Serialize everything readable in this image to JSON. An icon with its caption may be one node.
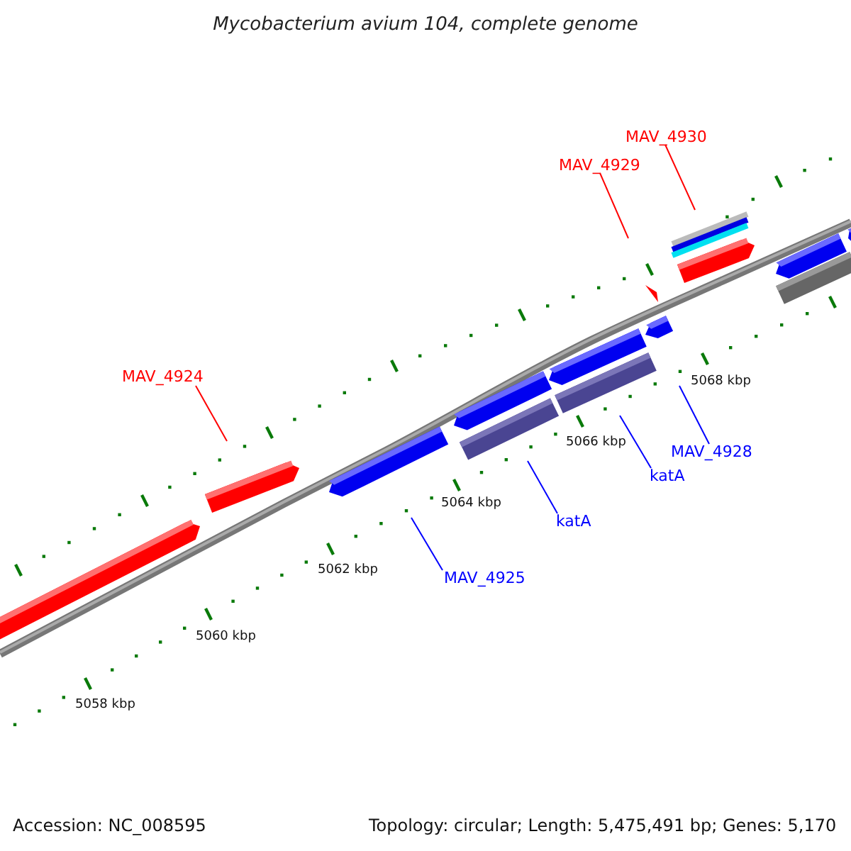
{
  "diagram": {
    "title": "Mycobacterium avium 104, complete genome",
    "nodes": [
      {
        "text": [
          "MAV_4930"
        ]
      },
      {
        "text": [
          "MAV_4929"
        ]
      },
      {
        "text": [
          "MAV_4924"
        ]
      },
      {
        "text": [
          "MAV_4928"
        ]
      },
      {
        "text": [
          "katA"
        ]
      },
      {
        "text": [
          "katA"
        ]
      },
      {
        "text": [
          "MAV_4925"
        ]
      }
    ],
    "edges": [
      {
        "from": 0,
        "to": null,
        "arrow": "none",
        "color": "#ff0000"
      },
      {
        "from": 1,
        "to": null,
        "arrow": "none",
        "color": "#ff0000"
      },
      {
        "from": 2,
        "to": null,
        "arrow": "none",
        "color": "#ff0000"
      },
      {
        "from": 3,
        "to": null,
        "arrow": "none"
      },
      {
        "from": 4,
        "to": null,
        "arrow": "none"
      },
      {
        "from": 5,
        "to": null,
        "arrow": "none"
      },
      {
        "from": 6,
        "to": null,
        "arrow": "none"
      }
    ],
    "labels": [
      "5068 kbp",
      "5066 kbp",
      "5064 kbp",
      "5062 kbp",
      "5060 kbp",
      "5058 kbp",
      "Accession: NC_008595",
      "Topology: circular; Length: 5,475,491 bp; Genes: 5,170"
    ]
  }
}
